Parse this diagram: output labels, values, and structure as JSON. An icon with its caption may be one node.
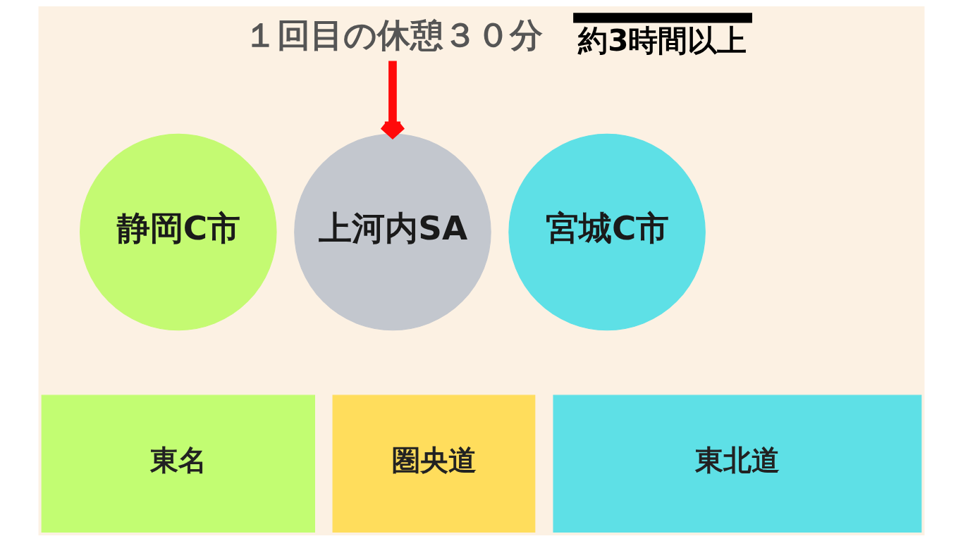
{
  "diagram": {
    "nodes": [
      {
        "text": [
          "１回目の休憩３０分"
        ]
      },
      {
        "text": [
          "静岡C市"
        ]
      },
      {
        "text": [
          "上河内SA"
        ]
      },
      {
        "text": [
          "宮城C市"
        ]
      },
      {
        "text": [
          "東名"
        ]
      },
      {
        "text": [
          "圏央道"
        ]
      },
      {
        "text": [
          "東北道"
        ]
      }
    ],
    "edges": [
      {
        "from": 0,
        "to": 2,
        "arrow": "to",
        "color": "#ff0a0a"
      }
    ],
    "labels": [
      "約3時間以上"
    ]
  }
}
